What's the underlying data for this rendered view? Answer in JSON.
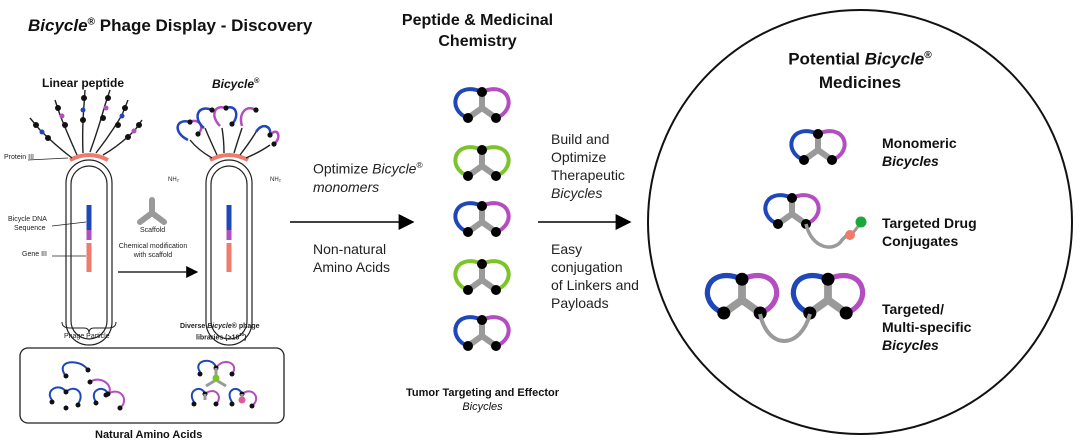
{
  "discovery": {
    "title_brand": "Bicycle",
    "title_reg": "®",
    "title_rest": " Phage Display - Discovery",
    "linear_peptide": "Linear peptide",
    "bicycle_label": "Bicycle",
    "bicycle_reg": "®",
    "protein_iii": "Protein III",
    "dna_sequence_1": "Bicycle DNA",
    "dna_sequence_2": "Sequence",
    "gene_iii": "Gene III",
    "scaffold": "Scaffold",
    "chem_mod_1": "Chemical modification",
    "chem_mod_2": "with scaffold",
    "phage_particle": "Phage Particle",
    "libraries_1a": "Diverse ",
    "libraries_1b": "Bicycle",
    "libraries_1c": "® phage",
    "libraries_2": "libraries (>10",
    "libraries_exp": "10",
    "libraries_end": ")",
    "nh2": "NH₂",
    "natural_amino_acids": "Natural Amino Acids"
  },
  "chemistry": {
    "title_line1": "Peptide & Medicinal",
    "title_line2": "Chemistry",
    "optimize_1": "Optimize ",
    "optimize_brand": "Bicycle",
    "optimize_reg": "®",
    "optimize_2": "monomers",
    "nonnatural_1": "Non-natural",
    "nonnatural_2": "Amino Acids",
    "tumor_1": "Tumor Targeting and Effector",
    "tumor_2": "Bicycles"
  },
  "build": {
    "build_1": "Build and",
    "build_2": "Optimize",
    "build_3": "Therapeutic",
    "build_4": "Bicycles",
    "easy_1": "Easy",
    "easy_2": "conjugation",
    "easy_3": "of Linkers and",
    "easy_4": "Payloads"
  },
  "medicines": {
    "title_1": "Potential ",
    "title_brand": "Bicycle",
    "title_reg": "®",
    "title_2": "Medicines",
    "monomeric_1": "Monomeric",
    "monomeric_2": "Bicycles",
    "targeted_1": "Targeted Drug",
    "targeted_2": "Conjugates",
    "multi_1": "Targeted/",
    "multi_2": "Multi-specific",
    "multi_3": "Bicycles"
  },
  "colors": {
    "blue": "#1f47b8",
    "magenta": "#b34dc0",
    "lime": "#7dc42a",
    "gray": "#9a9a9a",
    "salmon": "#ee7b6b",
    "green": "#1aa83a",
    "pink": "#e05a9a"
  }
}
